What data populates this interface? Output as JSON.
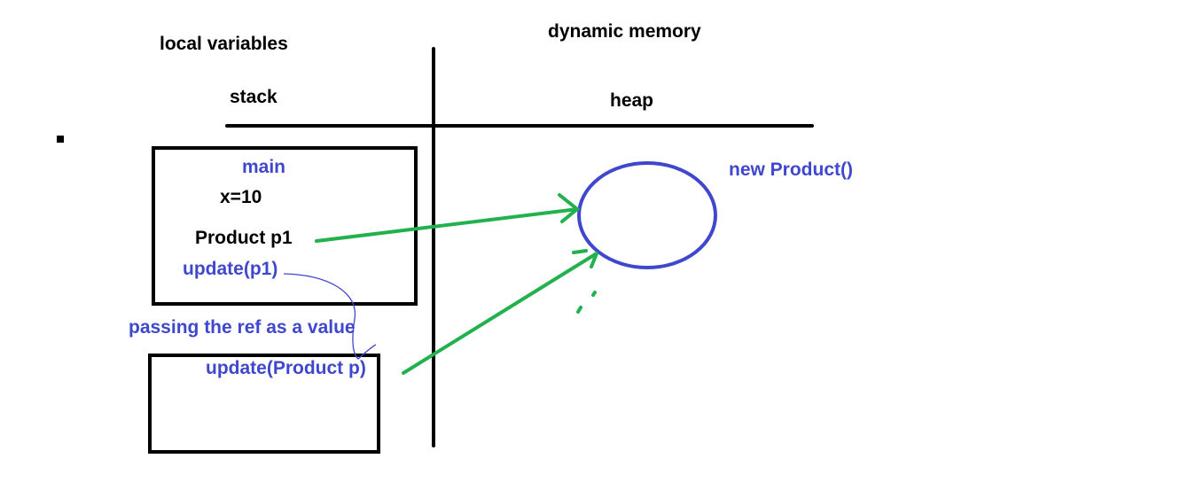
{
  "headings": {
    "local_variables": "local variables",
    "dynamic_memory": "dynamic memory",
    "stack": "stack",
    "heap": "heap"
  },
  "stack_frame_main": {
    "title": "main",
    "var_x": "x=10",
    "var_p1": "Product p1",
    "call": "update(p1)"
  },
  "annotation": "passing the ref as a value",
  "stack_frame_update": {
    "signature": "update(Product p)"
  },
  "heap_object": {
    "label": "new Product()"
  },
  "colors": {
    "ink": "#000000",
    "blue": "#3f48cc",
    "green": "#22b14c"
  }
}
